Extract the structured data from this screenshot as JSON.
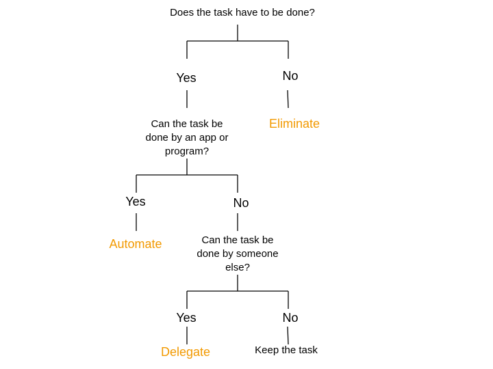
{
  "colors": {
    "outcome": "#f29900",
    "line": "#000000",
    "text": "#000000"
  },
  "questions": {
    "q1": "Does the task have to be done?",
    "q2": {
      "line1": "Can the task be",
      "line2": "done by an app or",
      "line3": "program?"
    },
    "q3": {
      "line1": "Can the task be",
      "line2": "done by someone",
      "line3": "else?"
    }
  },
  "answers": {
    "q1_yes": "Yes",
    "q1_no": "No",
    "q2_yes": "Yes",
    "q2_no": "No",
    "q3_yes": "Yes",
    "q3_no": "No"
  },
  "outcomes": {
    "eliminate": "Eliminate",
    "automate": "Automate",
    "delegate": "Delegate",
    "keep": "Keep the task"
  }
}
